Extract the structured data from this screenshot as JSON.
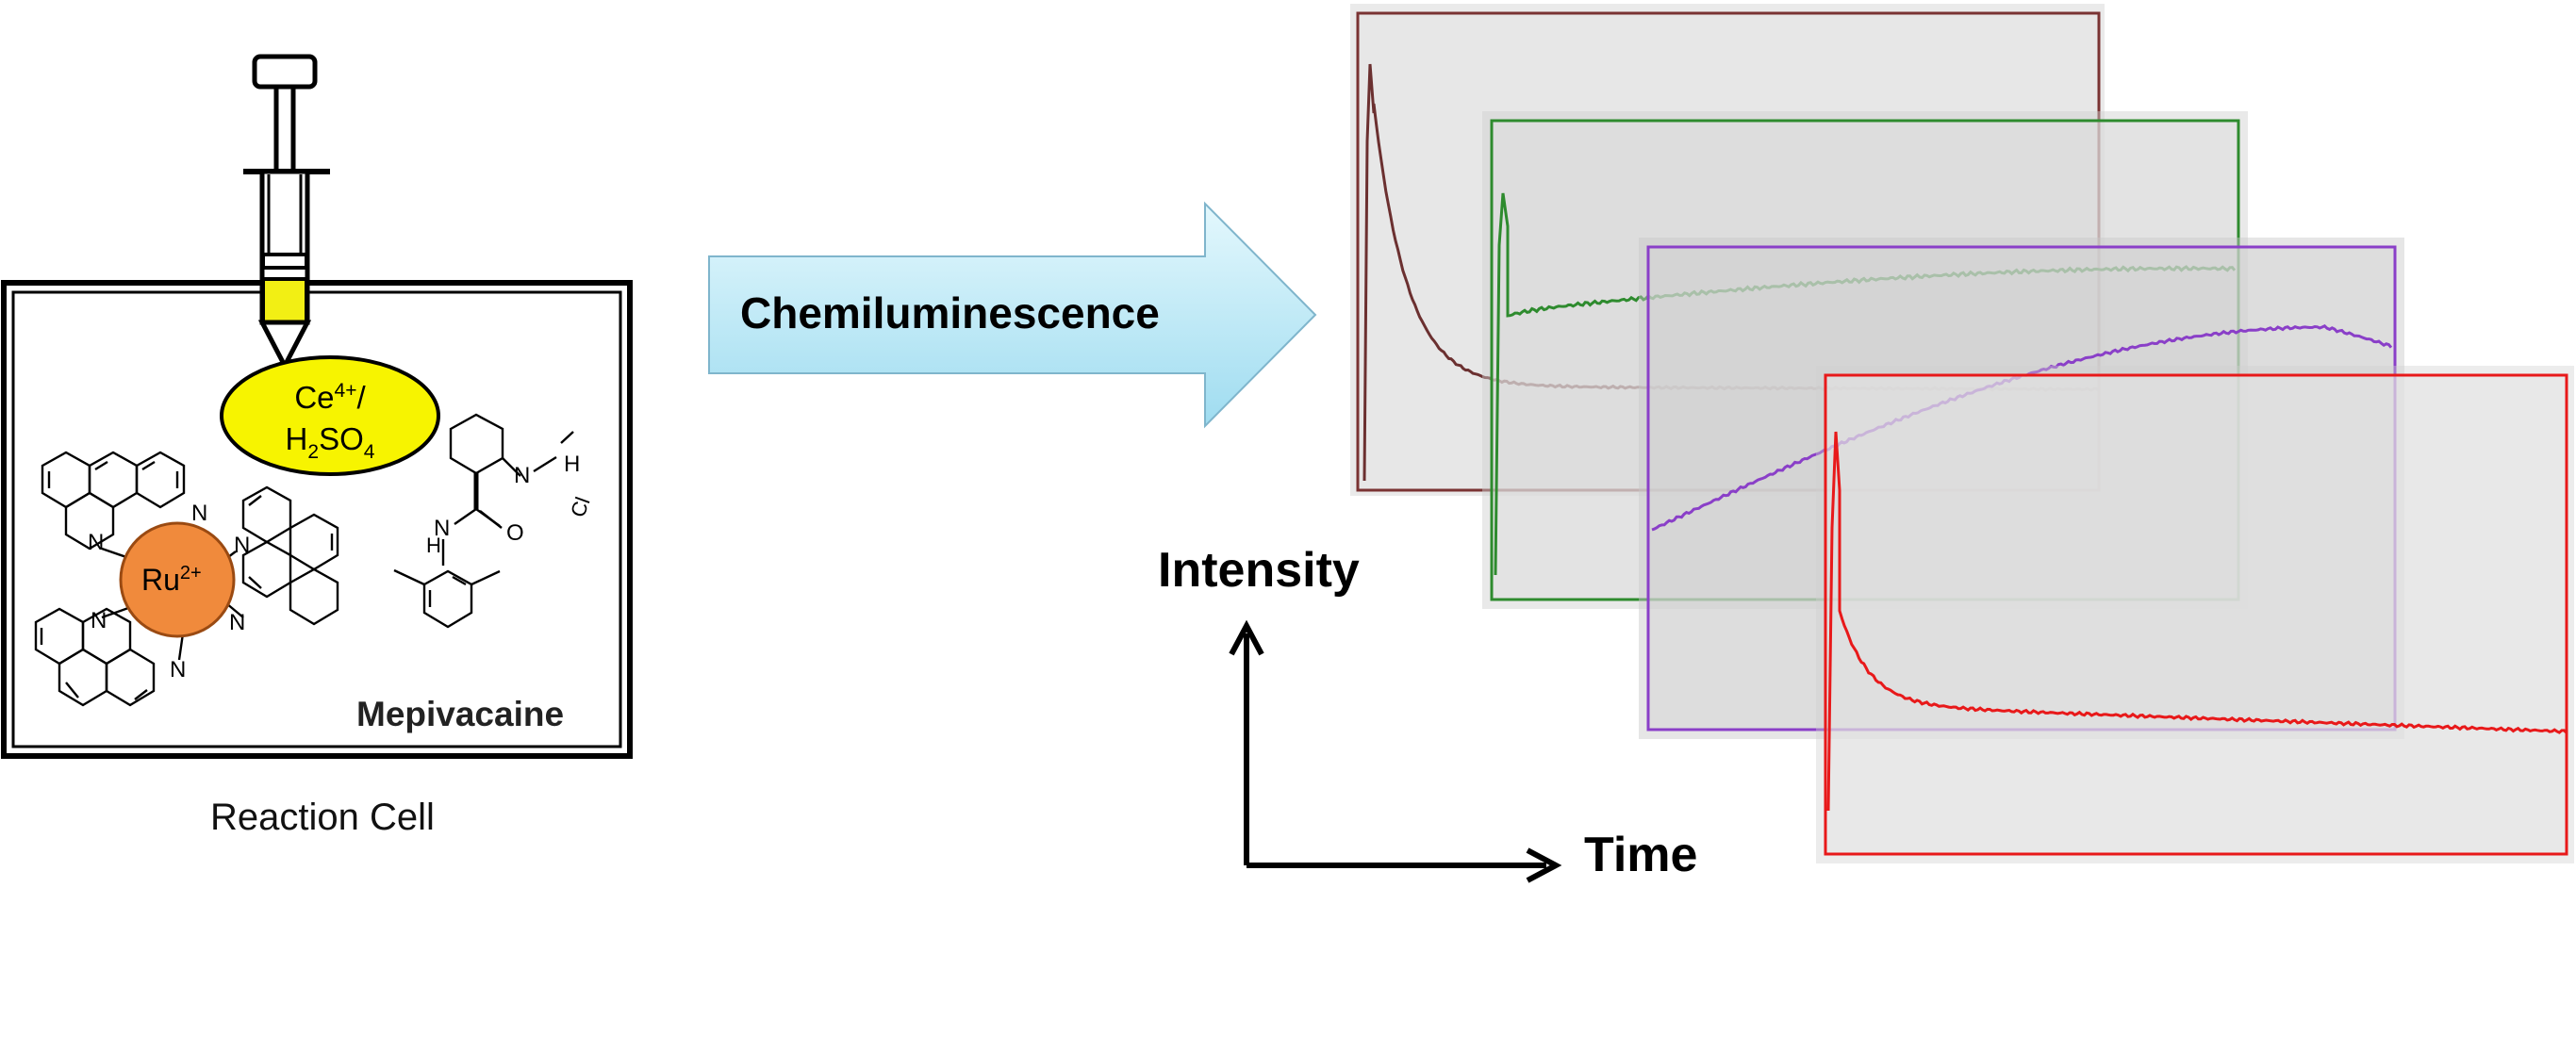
{
  "reaction_cell": {
    "caption": "Reaction Cell",
    "oxidant": {
      "ion": "Ce",
      "charge": "4+",
      "slash": "/",
      "acid_h": "H",
      "acid_h_sub": "2",
      "acid_so": "SO",
      "acid_so_sub": "4"
    },
    "catalyst": {
      "metal": "Ru",
      "charge": "2+"
    },
    "analyte": {
      "name": "Mepivacaine"
    },
    "atom_labels": {
      "nitrogen": "N",
      "oxygen": "O",
      "hydrogen": "H",
      "chlorine": "Cl"
    }
  },
  "process_arrow": {
    "label": "Chemiluminescence"
  },
  "axes": {
    "y_label": "Intensity",
    "x_label": "Time"
  },
  "traces": [
    {
      "name": "brown",
      "color": "#6b3030",
      "description": "sharp early peak, fast decay to flat baseline"
    },
    {
      "name": "green",
      "color": "#2e8b2e",
      "description": "small early peak then slow rise and plateau"
    },
    {
      "name": "purple",
      "color": "#8a3fc8",
      "description": "gradual rise to broad maximum then slight decline"
    },
    {
      "name": "red",
      "color": "#e8191a",
      "description": "sharp early peak, fast decay, slowly falling tail"
    }
  ],
  "colors": {
    "syringe_fill": "#f2ef14",
    "oxidant_fill": "#f7f400",
    "catalyst_fill": "#f08a3c",
    "arrow_fill_top": "#d2f2fb",
    "arrow_fill_bottom": "#9fdcf0",
    "panel_fill": "#e3e3e3"
  }
}
